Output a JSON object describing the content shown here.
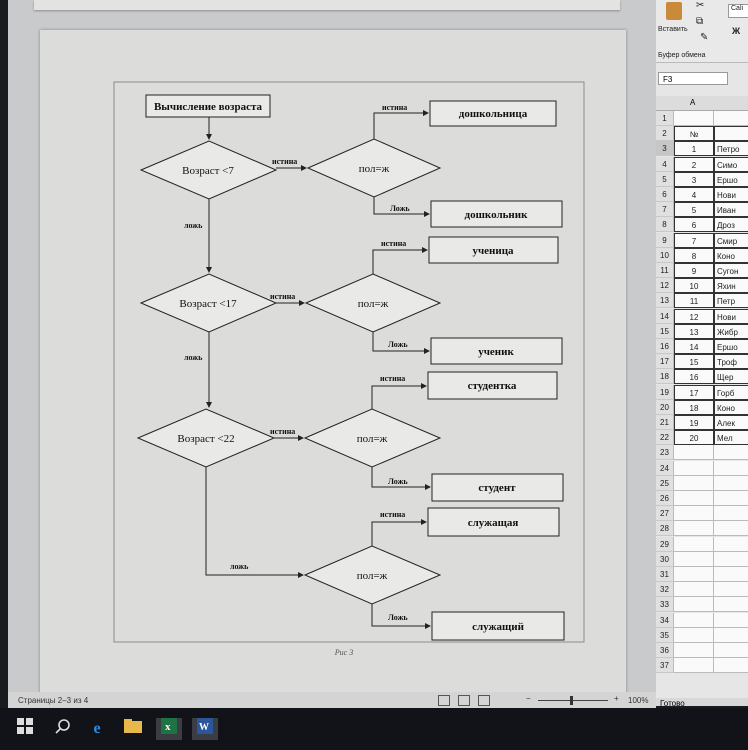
{
  "word": {
    "status_pages": "Страницы 2–3 из 4",
    "zoom_level": "100%",
    "zoom_minus": "−",
    "zoom_plus": "+",
    "caption": "Рис 3"
  },
  "flowchart": {
    "start": "Вычисление возраста",
    "cond1": "Возраст <7",
    "cond2": "Возраст <17",
    "cond3": "Возраст <22",
    "gender": "пол=ж",
    "true_label": "истина",
    "false_label": "ложь",
    "false_label_cap": "Ложь",
    "out1_f": "дошкольница",
    "out1_m": "дошкольник",
    "out2_f": "ученица",
    "out2_m": "ученик",
    "out3_f": "студентка",
    "out3_m": "студент",
    "out4_f": "служащая",
    "out4_m": "служащий"
  },
  "excel": {
    "paste_label": "Вставить",
    "clipboard_label": "Буфер обмена",
    "font_name": "Cali",
    "bold_label": "Ж",
    "namebox": "F3",
    "col_a": "A",
    "status": "Готово",
    "rows": [
      {
        "r": "1",
        "a": "",
        "b": ""
      },
      {
        "r": "2",
        "a": "№",
        "b": ""
      },
      {
        "r": "3",
        "a": "1",
        "b": "Петро"
      },
      {
        "r": "4",
        "a": "2",
        "b": "Симо"
      },
      {
        "r": "5",
        "a": "3",
        "b": "Ершо"
      },
      {
        "r": "6",
        "a": "4",
        "b": "Нови"
      },
      {
        "r": "7",
        "a": "5",
        "b": "Иван"
      },
      {
        "r": "8",
        "a": "6",
        "b": "Дроз"
      },
      {
        "r": "9",
        "a": "7",
        "b": "Смир"
      },
      {
        "r": "10",
        "a": "8",
        "b": "Коно"
      },
      {
        "r": "11",
        "a": "9",
        "b": "Сугон"
      },
      {
        "r": "12",
        "a": "10",
        "b": "Яхин"
      },
      {
        "r": "13",
        "a": "11",
        "b": "Петр"
      },
      {
        "r": "14",
        "a": "12",
        "b": "Нови"
      },
      {
        "r": "15",
        "a": "13",
        "b": "Жибр"
      },
      {
        "r": "16",
        "a": "14",
        "b": "Ершо"
      },
      {
        "r": "17",
        "a": "15",
        "b": "Троф"
      },
      {
        "r": "18",
        "a": "16",
        "b": "Щер"
      },
      {
        "r": "19",
        "a": "17",
        "b": "Горб"
      },
      {
        "r": "20",
        "a": "18",
        "b": "Коно"
      },
      {
        "r": "21",
        "a": "19",
        "b": "Алек"
      },
      {
        "r": "22",
        "a": "20",
        "b": "Мел"
      },
      {
        "r": "23",
        "a": "",
        "b": ""
      },
      {
        "r": "24",
        "a": "",
        "b": ""
      },
      {
        "r": "25",
        "a": "",
        "b": ""
      },
      {
        "r": "26",
        "a": "",
        "b": ""
      },
      {
        "r": "27",
        "a": "",
        "b": ""
      },
      {
        "r": "28",
        "a": "",
        "b": ""
      },
      {
        "r": "29",
        "a": "",
        "b": ""
      },
      {
        "r": "30",
        "a": "",
        "b": ""
      },
      {
        "r": "31",
        "a": "",
        "b": ""
      },
      {
        "r": "32",
        "a": "",
        "b": ""
      },
      {
        "r": "33",
        "a": "",
        "b": ""
      },
      {
        "r": "34",
        "a": "",
        "b": ""
      },
      {
        "r": "35",
        "a": "",
        "b": ""
      },
      {
        "r": "36",
        "a": "",
        "b": ""
      },
      {
        "r": "37",
        "a": "",
        "b": ""
      }
    ]
  },
  "taskbar": {
    "icons": [
      "windows-start-icon",
      "search-icon",
      "edge-icon",
      "file-explorer-icon",
      "excel-icon",
      "word-icon"
    ]
  }
}
